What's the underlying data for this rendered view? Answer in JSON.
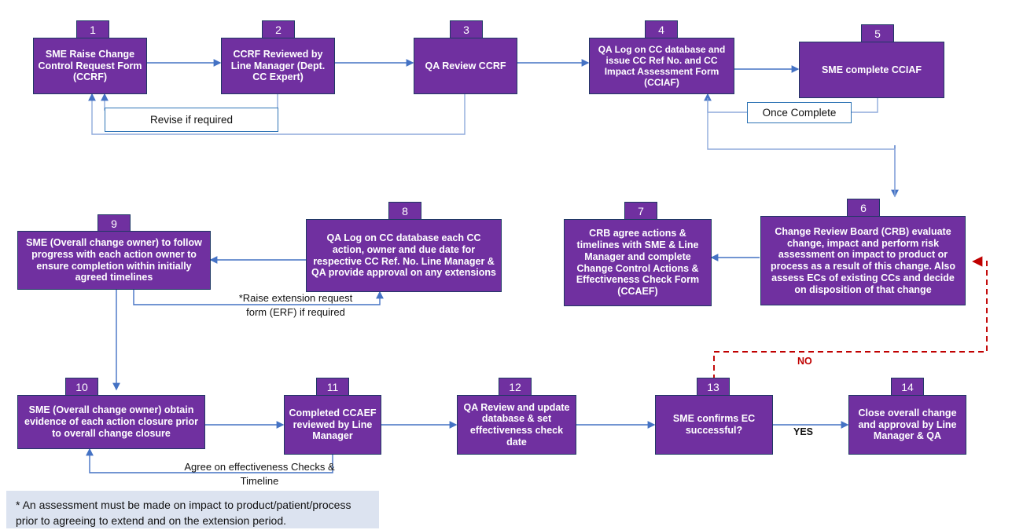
{
  "diagram": {
    "title": "Change Control Process Flowchart",
    "colors": {
      "node_fill": "#7030A0",
      "node_border": "#1F3864",
      "node_text": "#FFFFFF",
      "connector": "#4472C4",
      "connector_light": "#8FAADC",
      "reject_path": "#C00000",
      "label_border": "#2E74B5",
      "footnote_bg": "#DCE3F0"
    },
    "nodes": [
      {
        "id": 1,
        "number": "1",
        "text": "SME Raise  Change Control Request Form (CCRF)"
      },
      {
        "id": 2,
        "number": "2",
        "text": "CCRF Reviewed by Line Manager (Dept. CC Expert)"
      },
      {
        "id": 3,
        "number": "3",
        "text": "QA Review CCRF"
      },
      {
        "id": 4,
        "number": "4",
        "text": "QA Log on CC database and issue CC Ref No. and CC Impact Assessment Form (CCIAF)"
      },
      {
        "id": 5,
        "number": "5",
        "text": "SME complete CCIAF"
      },
      {
        "id": 6,
        "number": "6",
        "text": "Change Review Board (CRB) evaluate change, impact and perform risk assessment on impact to product or process as a result of this change. Also assess ECs of existing CCs and decide on disposition of that change"
      },
      {
        "id": 7,
        "number": "7",
        "text": "CRB agree actions & timelines with SME & Line Manager and complete Change Control Actions & Effectiveness Check Form (CCAEF)"
      },
      {
        "id": 8,
        "number": "8",
        "text": "QA Log on CC database each CC action, owner and due date for respective CC Ref. No. Line Manager & QA provide approval on any extensions"
      },
      {
        "id": 9,
        "number": "9",
        "text": "SME (Overall change owner) to follow progress with each action owner to ensure completion within initially agreed timelines"
      },
      {
        "id": 10,
        "number": "10",
        "text": "SME (Overall change owner) obtain evidence of each action closure prior to overall change closure"
      },
      {
        "id": 11,
        "number": "11",
        "text": "Completed CCAEF reviewed by Line Manager"
      },
      {
        "id": 12,
        "number": "12",
        "text": "QA Review and update database & set effectiveness check date"
      },
      {
        "id": 13,
        "number": "13",
        "text": "SME confirms EC successful?"
      },
      {
        "id": 14,
        "number": "14",
        "text": "Close overall change and approval by Line Manager & QA"
      }
    ],
    "connector_labels": [
      {
        "id": "revise",
        "text": "Revise if required"
      },
      {
        "id": "once-complete",
        "text": "Once Complete"
      }
    ],
    "annotations": [
      {
        "id": "erf-note",
        "line1": "*Raise extension request",
        "line2": "form (ERF) if required"
      },
      {
        "id": "agree-note",
        "line1": "Agree on effectiveness Checks &",
        "line2": "Timeline"
      }
    ],
    "decision_labels": [
      {
        "id": "no",
        "text": "NO"
      },
      {
        "id": "yes",
        "text": "YES"
      }
    ],
    "footnote": {
      "line1": "* An assessment must be made on impact to product/patient/process",
      "line2": "prior to agreeing to extend and on the extension period."
    }
  }
}
